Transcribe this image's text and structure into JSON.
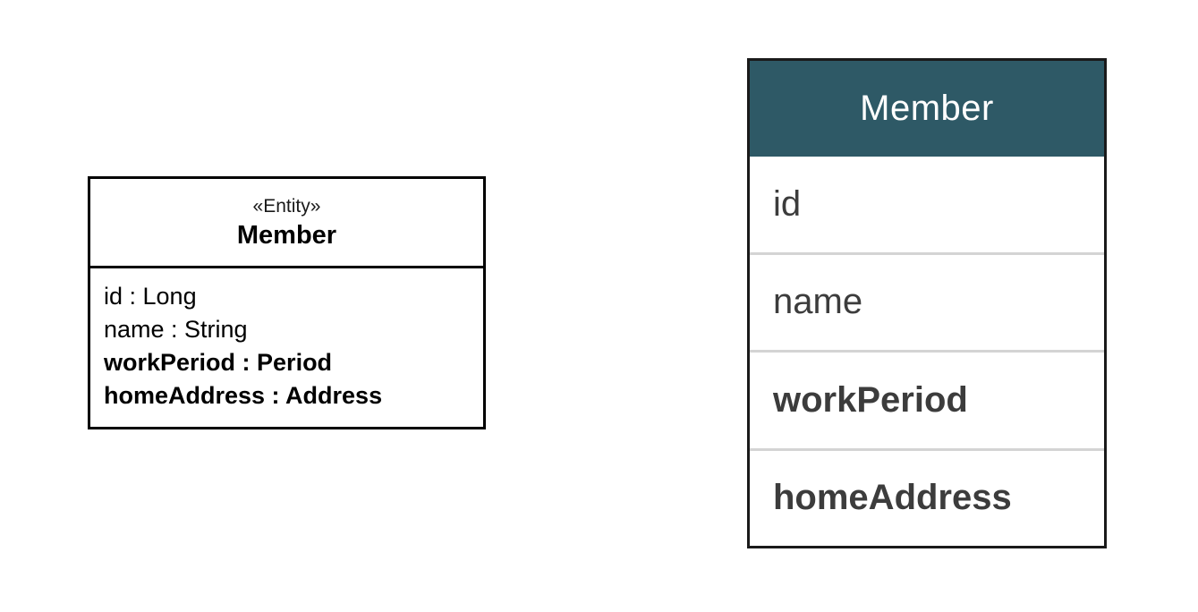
{
  "colors": {
    "background": "#ffffff",
    "uml_border": "#000000",
    "table_border": "#1a1a1a",
    "table_header_bg": "#2e5966",
    "table_header_text": "#ffffff",
    "row_divider": "#d4d4d4",
    "row_text": "#3c3c3c"
  },
  "uml_class": {
    "stereotype": "«Entity»",
    "name": "Member",
    "attributes": [
      {
        "text": "id : Long",
        "bold": false
      },
      {
        "text": "name : String",
        "bold": false
      },
      {
        "text": "workPeriod : Period",
        "bold": true
      },
      {
        "text": "homeAddress : Address",
        "bold": true
      }
    ]
  },
  "table": {
    "title": "Member",
    "rows": [
      {
        "label": "id",
        "bold": false
      },
      {
        "label": "name",
        "bold": false
      },
      {
        "label": "workPeriod",
        "bold": true
      },
      {
        "label": "homeAddress",
        "bold": true
      }
    ]
  }
}
